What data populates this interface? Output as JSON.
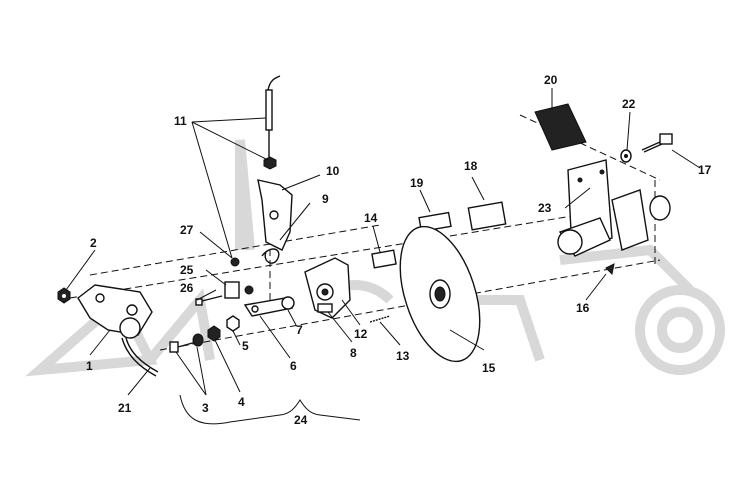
{
  "callouts": [
    {
      "id": "c1",
      "text": "1"
    },
    {
      "id": "c2",
      "text": "2"
    },
    {
      "id": "c3",
      "text": "3"
    },
    {
      "id": "c4",
      "text": "4"
    },
    {
      "id": "c5",
      "text": "5"
    },
    {
      "id": "c6",
      "text": "6"
    },
    {
      "id": "c7",
      "text": "7"
    },
    {
      "id": "c8",
      "text": "8"
    },
    {
      "id": "c9",
      "text": "9"
    },
    {
      "id": "c10",
      "text": "10"
    },
    {
      "id": "c11",
      "text": "11"
    },
    {
      "id": "c12",
      "text": "12"
    },
    {
      "id": "c13",
      "text": "13"
    },
    {
      "id": "c14",
      "text": "14"
    },
    {
      "id": "c15",
      "text": "15"
    },
    {
      "id": "c16",
      "text": "16"
    },
    {
      "id": "c17",
      "text": "17"
    },
    {
      "id": "c18",
      "text": "18"
    },
    {
      "id": "c19",
      "text": "19"
    },
    {
      "id": "c20",
      "text": "20"
    },
    {
      "id": "c21",
      "text": "21"
    },
    {
      "id": "c22",
      "text": "22"
    },
    {
      "id": "c23",
      "text": "23"
    },
    {
      "id": "c24",
      "text": "24"
    },
    {
      "id": "c25",
      "text": "25"
    },
    {
      "id": "c26",
      "text": "26"
    },
    {
      "id": "c27",
      "text": "27"
    }
  ],
  "colors": {
    "line": "#111111",
    "background": "#ffffff",
    "watermark": "#d8d8d8"
  }
}
